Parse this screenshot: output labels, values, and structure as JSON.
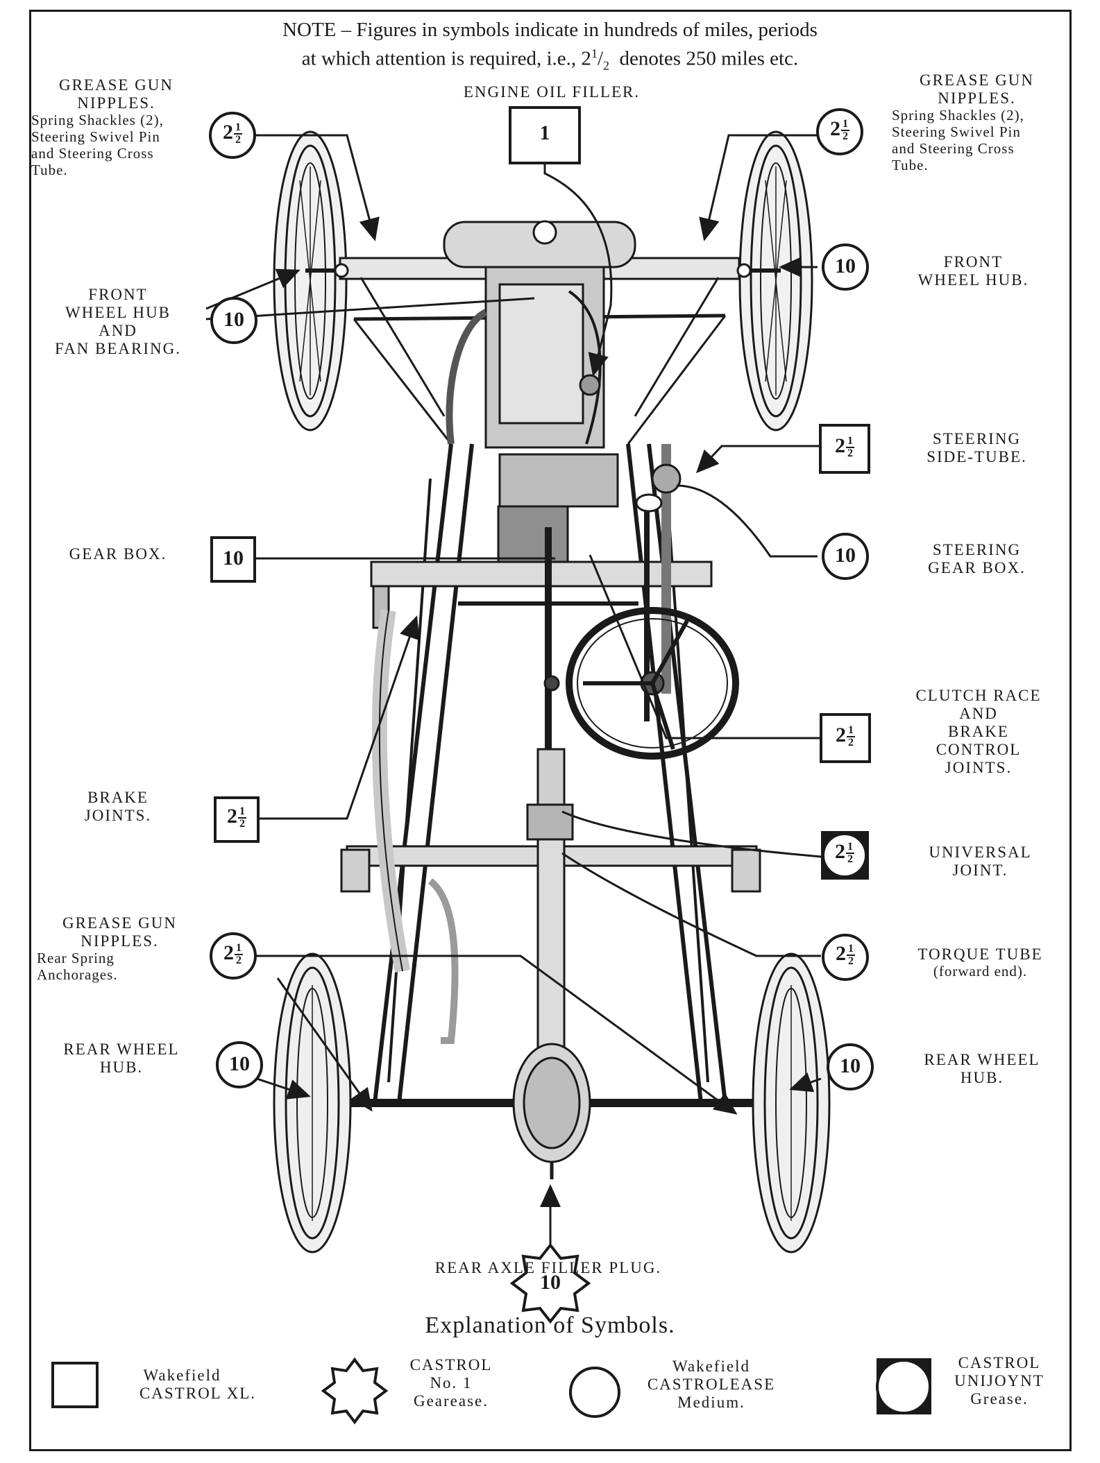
{
  "note": {
    "line1": "NOTE – Figures in symbols indicate in hundreds of miles, periods",
    "line2_a": "at which attention is required, i.e., 2",
    "line2_sup": "1",
    "line2_sub": "2",
    "line2_b": "denotes 250 miles etc."
  },
  "labels": {
    "engine_oil_filler": "ENGINE OIL FILLER.",
    "grease_left_title_1": "GREASE GUN",
    "grease_left_title_2": "NIPPLES.",
    "grease_left_body_1": "Spring Shackles (2),",
    "grease_left_body_2": "Steering Swivel Pin",
    "grease_left_body_3": "and Steering Cross",
    "grease_left_body_4": "Tube.",
    "grease_right_title_1": "GREASE GUN",
    "grease_right_title_2": "NIPPLES.",
    "grease_right_body_1": "Spring Shackles (2),",
    "grease_right_body_2": "Steering Swivel Pin",
    "grease_right_body_3": "and Steering Cross",
    "grease_right_body_4": "Tube.",
    "front_hub_fan_1": "FRONT",
    "front_hub_fan_2": "WHEEL HUB",
    "front_hub_fan_3": "AND",
    "front_hub_fan_4": "FAN BEARING.",
    "front_hub_right_1": "FRONT",
    "front_hub_right_2": "WHEEL HUB.",
    "steering_side_1": "STEERING",
    "steering_side_2": "SIDE-TUBE.",
    "steering_gear_1": "STEERING",
    "steering_gear_2": "GEAR BOX.",
    "gear_box": "GEAR BOX.",
    "clutch_1": "CLUTCH RACE",
    "clutch_2": "AND",
    "clutch_3": "BRAKE",
    "clutch_4": "CONTROL",
    "clutch_5": "JOINTS.",
    "brake_1": "BRAKE",
    "brake_2": "JOINTS.",
    "universal_1": "UNIVERSAL",
    "universal_2": "JOINT.",
    "grease_rear_title_1": "GREASE GUN",
    "grease_rear_title_2": "NIPPLES.",
    "grease_rear_body_1": "Rear Spring",
    "grease_rear_body_2": "Anchorages.",
    "torque_1": "TORQUE TUBE",
    "torque_2": "(forward end).",
    "rear_hub_left_1": "REAR WHEEL",
    "rear_hub_left_2": "HUB.",
    "rear_hub_right_1": "REAR WHEEL",
    "rear_hub_right_2": "HUB.",
    "rear_axle_filler": "REAR AXLE FILLER PLUG."
  },
  "symbols": {
    "engine_oil": "1",
    "half_whole": "2",
    "half_num": "1",
    "half_den": "2",
    "ten": "10"
  },
  "legend": {
    "title": "Explanation of Symbols.",
    "item1_line1": "Wakefield",
    "item1_line2": "CASTROL XL.",
    "item2_line1": "CASTROL",
    "item2_line2": "No. 1",
    "item2_line3": "Gearease.",
    "item3_line1": "Wakefield",
    "item3_line2": "CASTROLEASE",
    "item3_line3": "Medium.",
    "item4_line1": "CASTROL",
    "item4_line2": "UNIJOYNT",
    "item4_line3": "Grease."
  }
}
